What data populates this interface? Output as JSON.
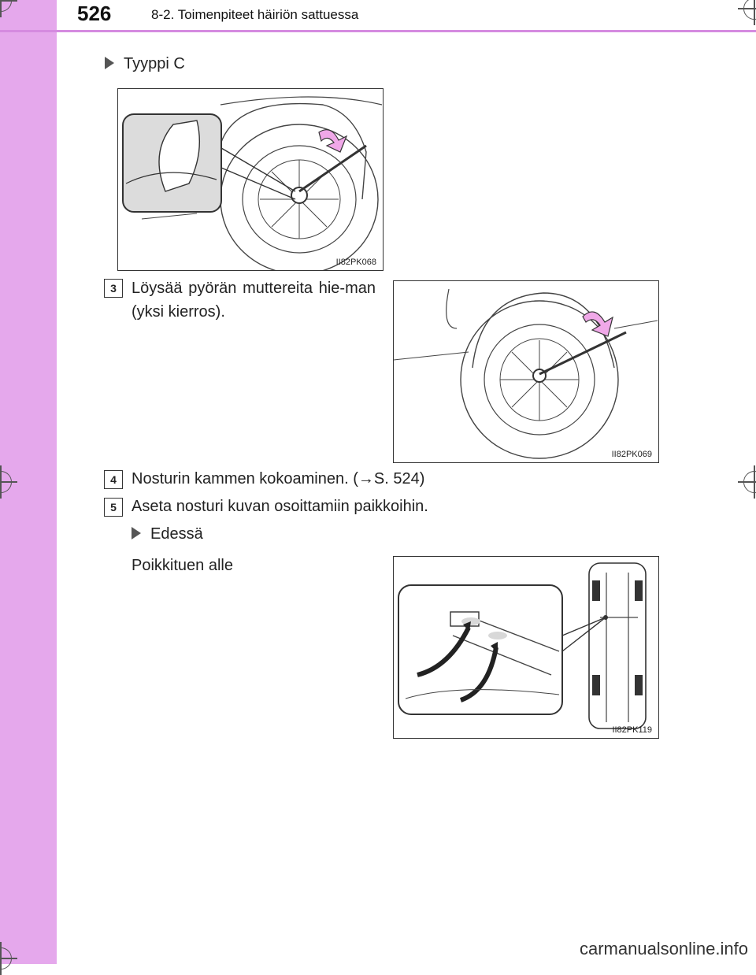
{
  "header": {
    "page_number": "526",
    "section_title": "8-2. Toimenpiteet häiriön sattuessa"
  },
  "type_c": {
    "label": "Tyyppi C"
  },
  "figures": {
    "fig1_code": "II82PK068",
    "fig2_code": "II82PK069",
    "fig3_code": "II82PK119"
  },
  "steps": [
    {
      "number": "3",
      "text": "Löysää pyörän muttereita hie-man (yksi kierros)."
    },
    {
      "number": "4",
      "text": "Nosturin kammen kokoaminen. (→S. 524)"
    },
    {
      "number": "5",
      "text": "Aseta nosturi kuvan osoittamiin paikkoihin."
    }
  ],
  "front": {
    "label": "Edessä",
    "text": "Poikkituen alle"
  },
  "footer": {
    "watermark": "carmanualsonline.info"
  },
  "colors": {
    "sidebar": "#e5a8ec",
    "rule": "#d58be0",
    "arrow": "#f0a8e8"
  }
}
